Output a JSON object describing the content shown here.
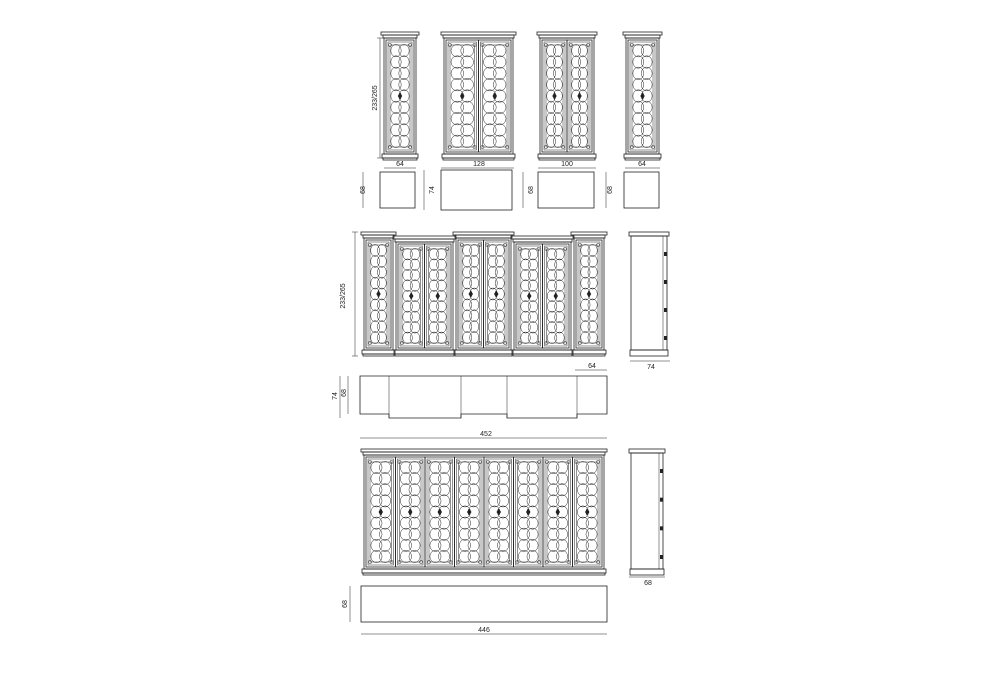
{
  "drawing": {
    "row1": {
      "height_label": "233/265",
      "units": [
        {
          "doors": 1,
          "width_label": "64",
          "depth_label": "68"
        },
        {
          "doors": 2,
          "width_label": "128",
          "depth_label": "74"
        },
        {
          "doors": 2,
          "width_label": "100",
          "depth_label": "68"
        },
        {
          "doors": 1,
          "width_label": "64",
          "depth_label": "68"
        }
      ]
    },
    "row2": {
      "height_label": "233/265",
      "module_width_label": "64",
      "side_depth_label": "74",
      "plan_depth_label_a": "74",
      "plan_depth_label_b": "68",
      "total_width_label": "452",
      "doors": 8
    },
    "row3": {
      "side_depth_label": "68",
      "plan_depth_label": "68",
      "total_width_label": "446",
      "doors": 8
    }
  },
  "colors": {
    "line": "#222222",
    "background": "#ffffff"
  }
}
